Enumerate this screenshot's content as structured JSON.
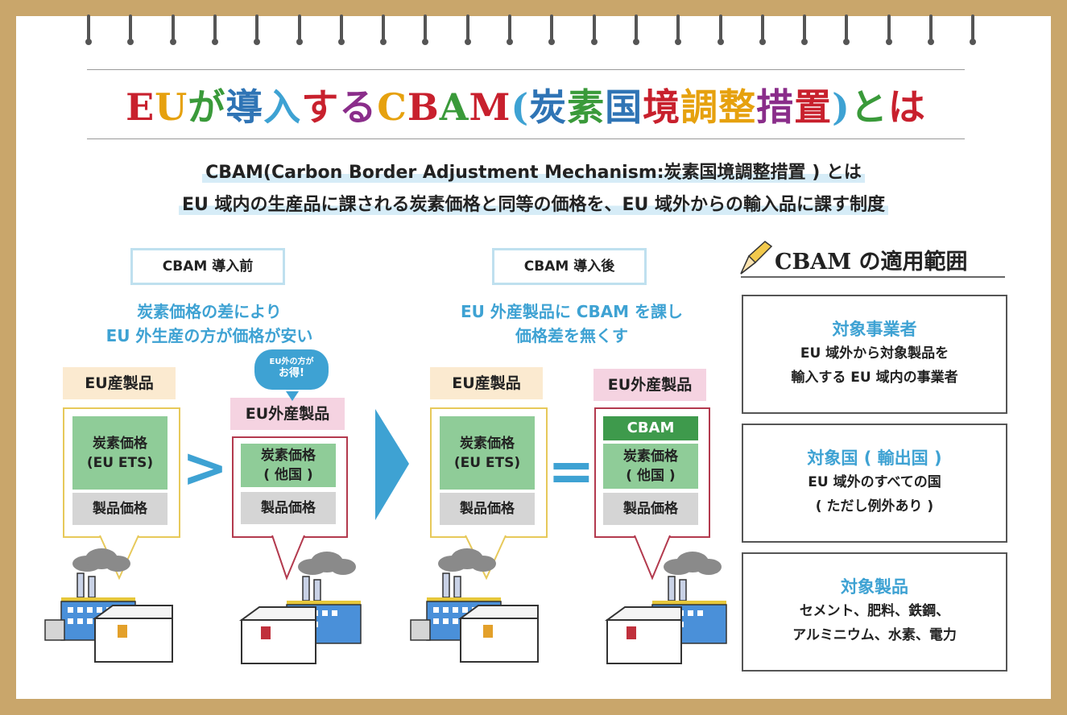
{
  "title": {
    "segments": [
      {
        "text": "E",
        "color": "#c8202d"
      },
      {
        "text": "U",
        "color": "#e6a10e"
      },
      {
        "text": "が",
        "color": "#3a9a3a"
      },
      {
        "text": "導",
        "color": "#2f74b5"
      },
      {
        "text": "入",
        "color": "#3ea2d3"
      },
      {
        "text": "す",
        "color": "#c8202d"
      },
      {
        "text": "る",
        "color": "#8a2d8a"
      },
      {
        "text": "C",
        "color": "#e6a10e"
      },
      {
        "text": "B",
        "color": "#c8202d"
      },
      {
        "text": "A",
        "color": "#3a9a3a"
      },
      {
        "text": "M",
        "color": "#c8202d"
      },
      {
        "text": "(",
        "color": "#3ea2d3"
      },
      {
        "text": "炭",
        "color": "#2f74b5"
      },
      {
        "text": "素",
        "color": "#3a9a3a"
      },
      {
        "text": "国",
        "color": "#2f74b5"
      },
      {
        "text": "境",
        "color": "#c8202d"
      },
      {
        "text": "調",
        "color": "#e6a10e"
      },
      {
        "text": "整",
        "color": "#e6a10e"
      },
      {
        "text": "措",
        "color": "#8a2d8a"
      },
      {
        "text": "置",
        "color": "#c8202d"
      },
      {
        "text": ")",
        "color": "#3ea2d3"
      },
      {
        "text": "と",
        "color": "#3a9a3a"
      },
      {
        "text": "は",
        "color": "#c8202d"
      }
    ]
  },
  "subtitle": {
    "line1": "CBAM(Carbon Border Adjustment Mechanism:炭素国境調整措置 ) とは",
    "line2": "EU 域内の生産品に課される炭素価格と同等の価格を、EU 域外からの輸入品に課す制度"
  },
  "before": {
    "label": "CBAM 導入前",
    "desc_line1": "炭素価格の差により",
    "desc_line2": "EU 外生産の方が価格が安い",
    "eu_tag": "EU産製品",
    "eu_carbon_line1": "炭素価格",
    "eu_carbon_line2": "(EU ETS)",
    "eu_price": "製品価格",
    "compare": ">",
    "bubble_line1": "EU外の方が",
    "bubble_line2": "お得!",
    "non_tag": "EU外産製品",
    "non_carbon_line1": "炭素価格",
    "non_carbon_line2": "( 他国 )",
    "non_price": "製品価格"
  },
  "after": {
    "label": "CBAM 導入後",
    "desc_line1": "EU 外産製品に CBAM を課し",
    "desc_line2": "価格差を無くす",
    "eu_tag": "EU産製品",
    "eu_carbon_line1": "炭素価格",
    "eu_carbon_line2": "(EU ETS)",
    "eu_price": "製品価格",
    "compare": "=",
    "non_tag": "EU外産製品",
    "non_cbam": "CBAM",
    "non_carbon_line1": "炭素価格",
    "non_carbon_line2": "( 他国 )",
    "non_price": "製品価格"
  },
  "scope": {
    "title": "CBAM の適用範囲",
    "boxes": [
      {
        "heading": "対象事業者",
        "line1": "EU 域外から対象製品を",
        "line2": "輸入する EU 域内の事業者"
      },
      {
        "heading": "対象国 ( 輸出国 )",
        "line1": "EU 域外のすべての国",
        "line2": "( ただし例外あり )"
      },
      {
        "heading": "対象製品",
        "line1": "セメント、肥料、鉄鋼、",
        "line2": "アルミニウム、水素、電力"
      }
    ]
  },
  "colors": {
    "accent_blue": "#3ea2d3",
    "eu_tag_bg": "#fbead0",
    "non_eu_tag_bg": "#f5d3e1",
    "carbon_green": "#8fcc98",
    "cbam_green": "#3e9a4c",
    "frame": "#c9a66b"
  }
}
